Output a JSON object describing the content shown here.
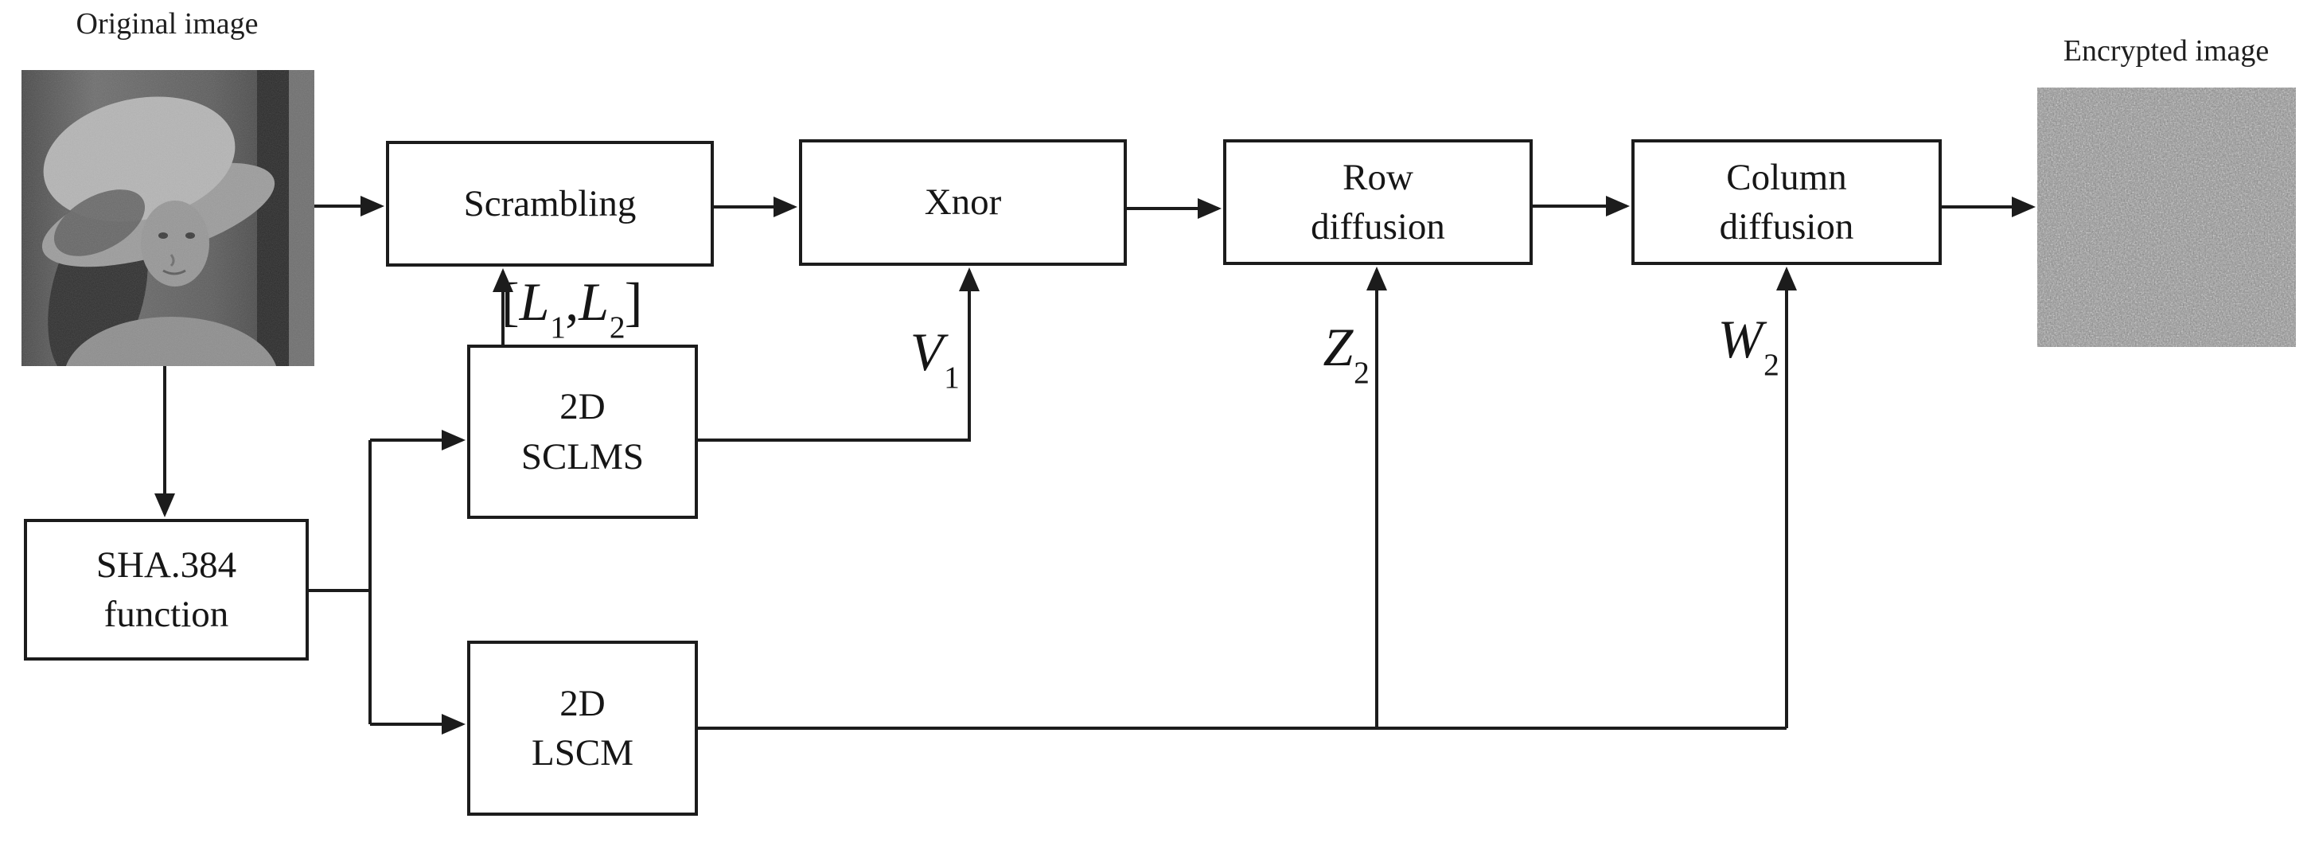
{
  "diagram": {
    "background_color": "#ffffff",
    "line_color": "#1c1c1c",
    "captions": {
      "original": "Original image",
      "encrypted": "Encrypted image"
    },
    "boxes": {
      "scrambling": {
        "lines": [
          "Scrambling"
        ]
      },
      "xnor": {
        "lines": [
          "Xnor"
        ]
      },
      "row_diffusion": {
        "lines": [
          "Row",
          "diffusion"
        ]
      },
      "column_diffusion": {
        "lines": [
          "Column",
          "diffusion"
        ]
      },
      "sha384": {
        "lines": [
          "SHA.384",
          "function"
        ]
      },
      "sclms": {
        "lines": [
          "2D",
          "SCLMS"
        ]
      },
      "lscm": {
        "lines": [
          "2D",
          "LSCM"
        ]
      }
    },
    "signals": {
      "keys": {
        "open": "[",
        "base1": "L",
        "sub1": "1",
        "comma": ",",
        "base2": "L",
        "sub2": "2",
        "close": "]"
      },
      "v1": {
        "base": "V",
        "sub": "1"
      },
      "z2": {
        "base": "Z",
        "sub": "2"
      },
      "w2": {
        "base": "W",
        "sub": "2"
      }
    }
  }
}
